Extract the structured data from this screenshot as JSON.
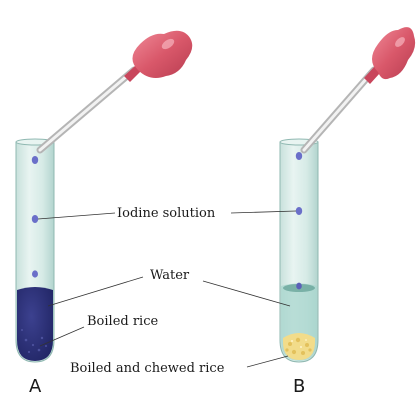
{
  "labels": {
    "iodine": "Iodine solution",
    "water": "Water",
    "boiled_rice": "Boiled rice",
    "chewed_rice": "Boiled and chewed rice"
  },
  "tubes": {
    "a": "A",
    "b": "B"
  },
  "colors": {
    "dropper_bulb": "#d9586a",
    "tube_glass": "#cfe7e2",
    "tube_a_content": "#2b2f7a",
    "tube_b_water": "#9fcfc6",
    "chewed_rice": "#f2dc8a",
    "iodine_drop": "#6a6fc9"
  }
}
